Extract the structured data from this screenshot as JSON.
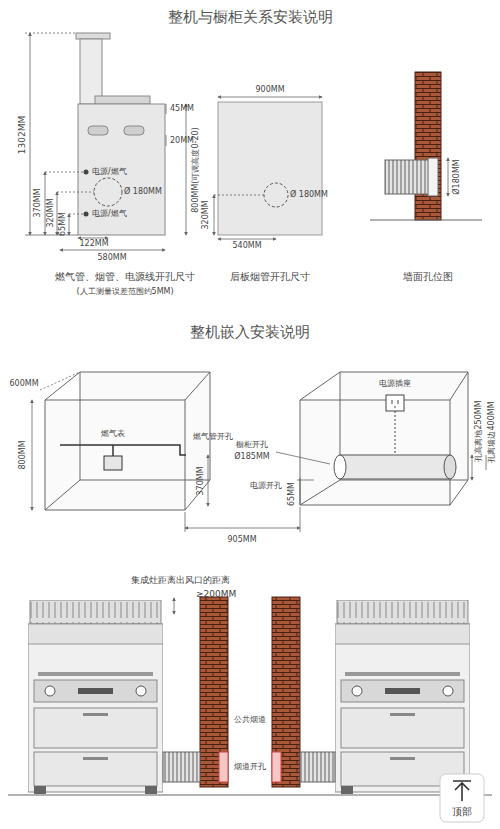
{
  "diagram": {
    "title": "整机与橱柜关系安装说明",
    "labels": [
      "1302MM",
      "45MM",
      "20MM",
      "800MM(可调高度0-20)",
      "电源/燃气",
      "Ø 180MM",
      "电源/燃气",
      "370MM",
      "320MM",
      "65MM",
      "122MM",
      "580MM",
      "燃气管、烟管、电源线开孔尺寸",
      "(人工测量误差范围约5MM)",
      "900MM",
      "Ø 180MM",
      "320MM",
      "540MM",
      "后板烟管开孔尺寸",
      "Ø180MM",
      "墙面孔位图",
      "整机嵌入安装说明",
      "600MM",
      "800MM",
      "燃气表",
      "燃气管开孔",
      "370MM",
      "橱柜开孔",
      "Ø185MM",
      "电源插座",
      "孔高离地250MM",
      "孔离墙边400MM",
      "电源开孔",
      "65MM",
      "905MM",
      "集成灶距离出风口的距离",
      "≥200MM",
      "公共烟道",
      "烟道开孔",
      "顶部"
    ]
  }
}
